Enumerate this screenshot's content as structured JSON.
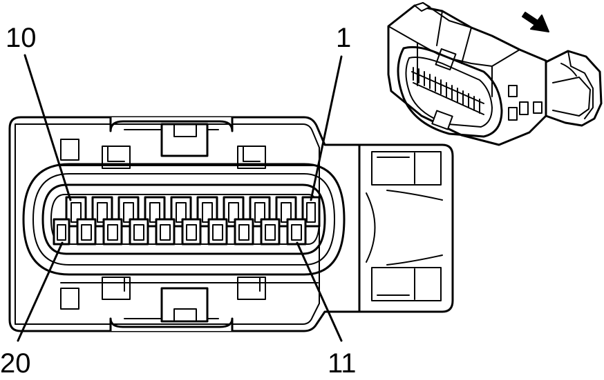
{
  "diagram": {
    "labels": {
      "pin_10": "10",
      "pin_1": "1",
      "pin_20": "20",
      "pin_11": "11"
    },
    "terminals_per_row": 10,
    "rows": 2,
    "icons": {
      "view_arrow": "arrow-down-right-icon"
    }
  }
}
